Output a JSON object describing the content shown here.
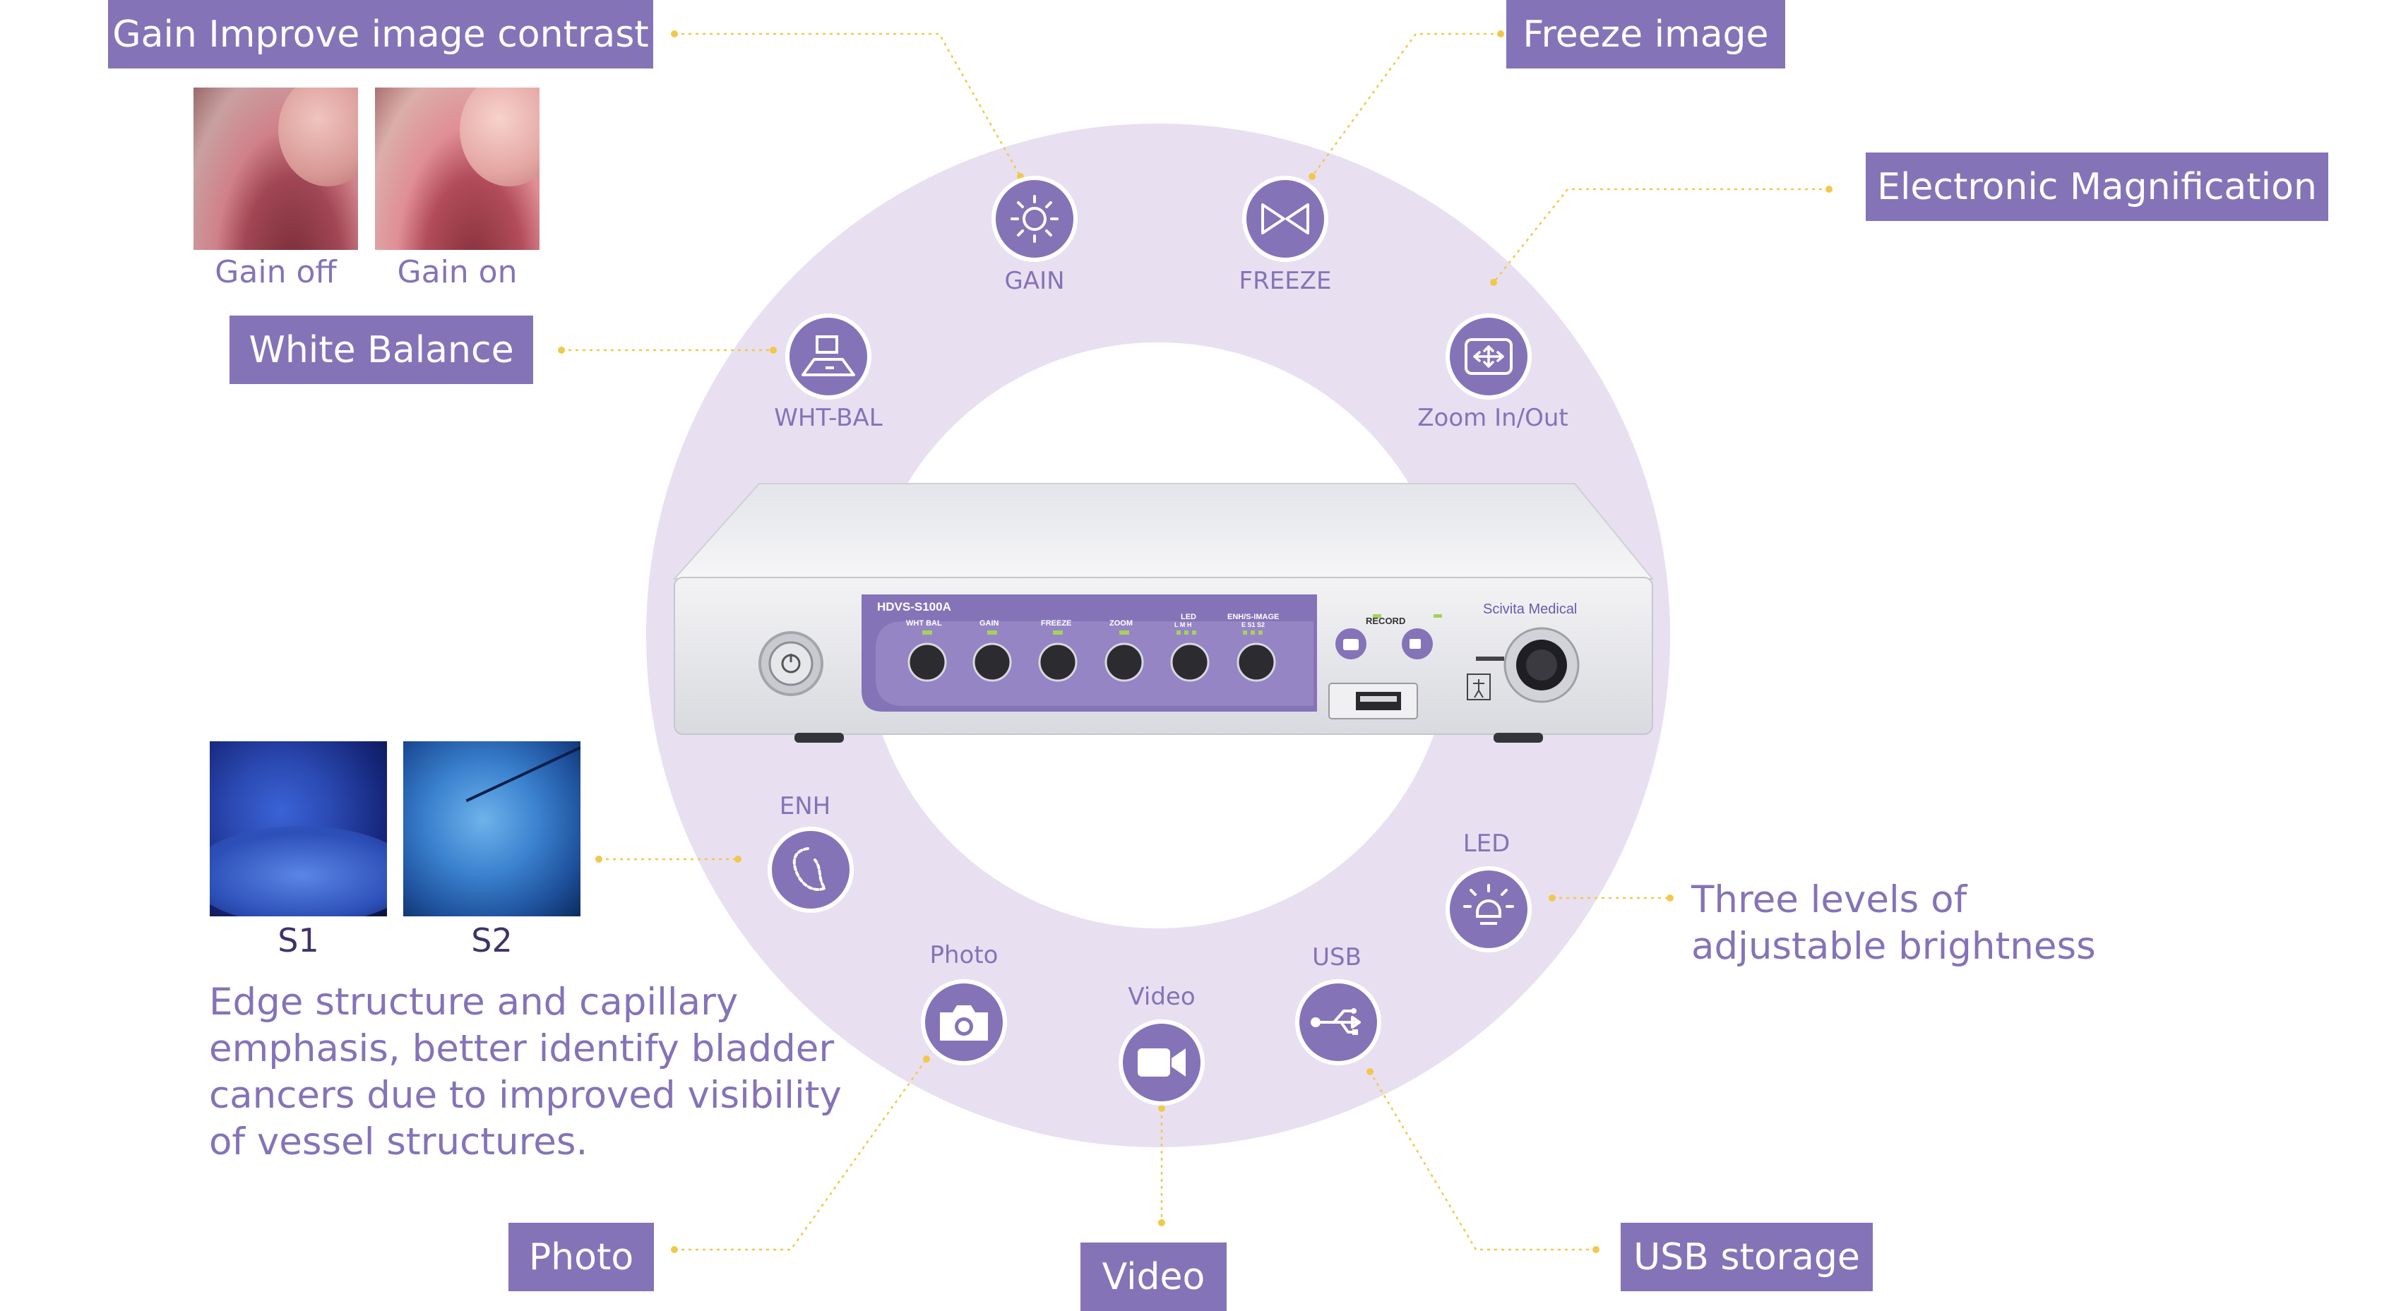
{
  "callouts": {
    "gain": "Gain Improve image contrast",
    "freeze": "Freeze image",
    "magnification": "Electronic Magnification",
    "white_balance": "White Balance",
    "photo": "Photo",
    "video": "Video",
    "usb": "USB storage",
    "brightness_line1": "Three levels of",
    "brightness_line2": "adjustable brightness",
    "enh_desc": [
      "Edge structure and capillary",
      "emphasis,  better identify bladder",
      "cancers due to improved visibility",
      "of vessel structures."
    ]
  },
  "photo_captions": {
    "gain_off": "Gain off",
    "gain_on": "Gain on",
    "s1": "S1",
    "s2": "S2"
  },
  "ring_buttons": {
    "gain": "GAIN",
    "freeze": "FREEZE",
    "wht_bal": "WHT-BAL",
    "zoom": "Zoom In/Out",
    "enh": "ENH",
    "led": "LED",
    "photo": "Photo",
    "video": "Video",
    "usb": "USB"
  },
  "device": {
    "model": "HDVS-S100A",
    "brand": "Scivita Medical",
    "record": "RECORD",
    "panel_labels": {
      "wht_bal": "WHT BAL",
      "gain": "GAIN",
      "freeze": "FREEZE",
      "zoom": "ZOOM",
      "led": "LED",
      "led_levels": "L  M  H",
      "enh": "ENH/S-IMAGE",
      "enh_levels": "E  S1  S2"
    }
  },
  "colors": {
    "accent": "#8573b8",
    "ring": "#e8e0f0",
    "leader": "#f2c84b"
  }
}
